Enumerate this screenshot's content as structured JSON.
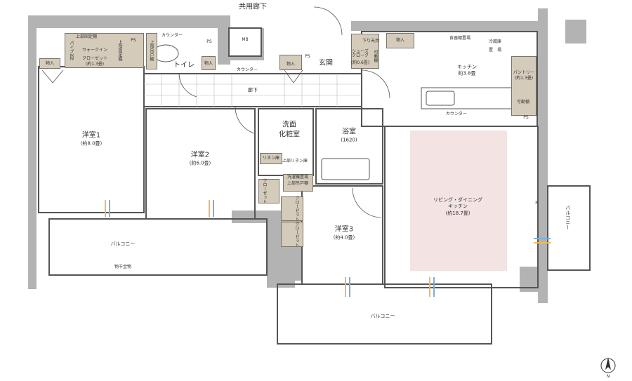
{
  "title": "共用廊下",
  "colors": {
    "wall": "#b3b3b3",
    "storage": "#d4cbbb",
    "ldk_fill": "#f3e3e3"
  },
  "rooms": {
    "western1": {
      "name": "洋室1",
      "size": "(約8.0畳)"
    },
    "western2": {
      "name": "洋室2",
      "size": "(約6.0畳)"
    },
    "western3": {
      "name": "洋室3",
      "size": "(約4.0畳)"
    },
    "ldk": {
      "name": "リビング・ダイニング",
      "name2": "キッチン",
      "size": "(約18.7畳)"
    },
    "kitchen": {
      "name": "キッチン",
      "size": "約3.8畳"
    },
    "bath": {
      "name": "浴室",
      "size": "(1620)"
    },
    "washroom": {
      "name": "洗面",
      "name2": "化粧室"
    },
    "toilet": {
      "name": "トイレ"
    },
    "entrance": {
      "name": "玄関"
    },
    "hallway": {
      "name": "廊下"
    }
  },
  "storage": {
    "wic_top_shelf": "上部固定棚",
    "pipe": "パイプ2段",
    "wic": "ウォークイン",
    "wic2": "クローゼット",
    "wic_size": "(約1.3畳)",
    "wic_side_shelf": "上部固定棚",
    "toilet_cabinet": "上部吊戸棚",
    "counter_toilet": "カウンター",
    "counter_hall": "カウンター",
    "counter_kitchen": "カウンター",
    "monoire": "物入",
    "shoes": "シューズ",
    "shoes2": "クローク",
    "shoes_size": "(約0.6畳)",
    "movable_shelf": "可動棚",
    "ceiling": "下り天井",
    "food_storage": "食器棚置場",
    "fridge": "冷蔵庫",
    "fridge2": "置　場",
    "pantry": "パントリー",
    "pantry_size": "(約1.3畳)",
    "linen": "リネン庫",
    "upper_linen": "上部リネン庫",
    "washer": "洗濯機置場",
    "washer_upper": "上部吊戸棚",
    "closet": "クローゼット"
  },
  "misc": {
    "ps": "PS",
    "mb": "MB",
    "p": "P",
    "laundry_bar": "物干金物"
  },
  "balconies": {
    "left": "バルコニー",
    "bottom": "バルコニー",
    "right": "バルコニー"
  },
  "compass": "N"
}
